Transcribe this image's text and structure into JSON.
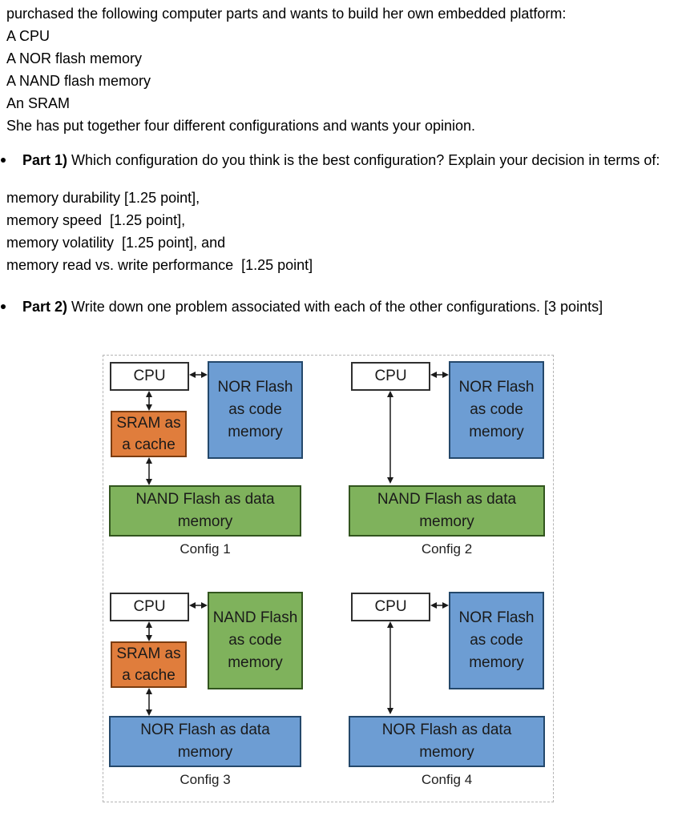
{
  "document": {
    "intro_lines": [
      "purchased the following computer parts and wants to build her own embedded platform:",
      "A CPU",
      "A NOR flash memory",
      "A NAND flash memory",
      "An SRAM",
      "She has put together four different configurations and wants your opinion."
    ],
    "part1": {
      "label": "Part 1)",
      "text": "Which configuration do you think is the best configuration? Explain your decision in terms of:",
      "criteria": [
        "memory durability [1.25 point],",
        "memory speed  [1.25 point],",
        "memory volatility  [1.25 point], and",
        "memory read vs. write performance  [1.25 point]"
      ]
    },
    "part2": {
      "label": "Part 2)",
      "text": "Write down one problem associated with each of the other configurations.  [3 points]"
    }
  },
  "colors": {
    "nor_flash_blue": "#6D9DD3",
    "nand_flash_green": "#7FB25C",
    "sram_orange": "#E07D3C",
    "cpu_white": "#FFFFFF"
  },
  "diagram": {
    "configs": [
      {
        "caption": "Config 1",
        "cpu_label": "CPU",
        "cache_label": "SRAM as a cache",
        "cache_color": "#E07D3C",
        "code_label": "NOR Flash as code memory",
        "code_color": "#6D9DD3",
        "data_label": "NAND Flash as data memory",
        "data_color": "#7FB25C"
      },
      {
        "caption": "Config 2",
        "cpu_label": "CPU",
        "code_label": "NOR Flash as code memory",
        "code_color": "#6D9DD3",
        "data_label": "NAND Flash as data memory",
        "data_color": "#7FB25C"
      },
      {
        "caption": "Config 3",
        "cpu_label": "CPU",
        "cache_label": "SRAM as a cache",
        "cache_color": "#E07D3C",
        "code_label": "NAND Flash as code memory",
        "code_color": "#7FB25C",
        "data_label": "NOR Flash as data memory",
        "data_color": "#6D9DD3"
      },
      {
        "caption": "Config 4",
        "cpu_label": "CPU",
        "code_label": "NOR Flash as code memory",
        "code_color": "#6D9DD3",
        "data_label": "NOR Flash as data memory",
        "data_color": "#6D9DD3"
      }
    ]
  }
}
